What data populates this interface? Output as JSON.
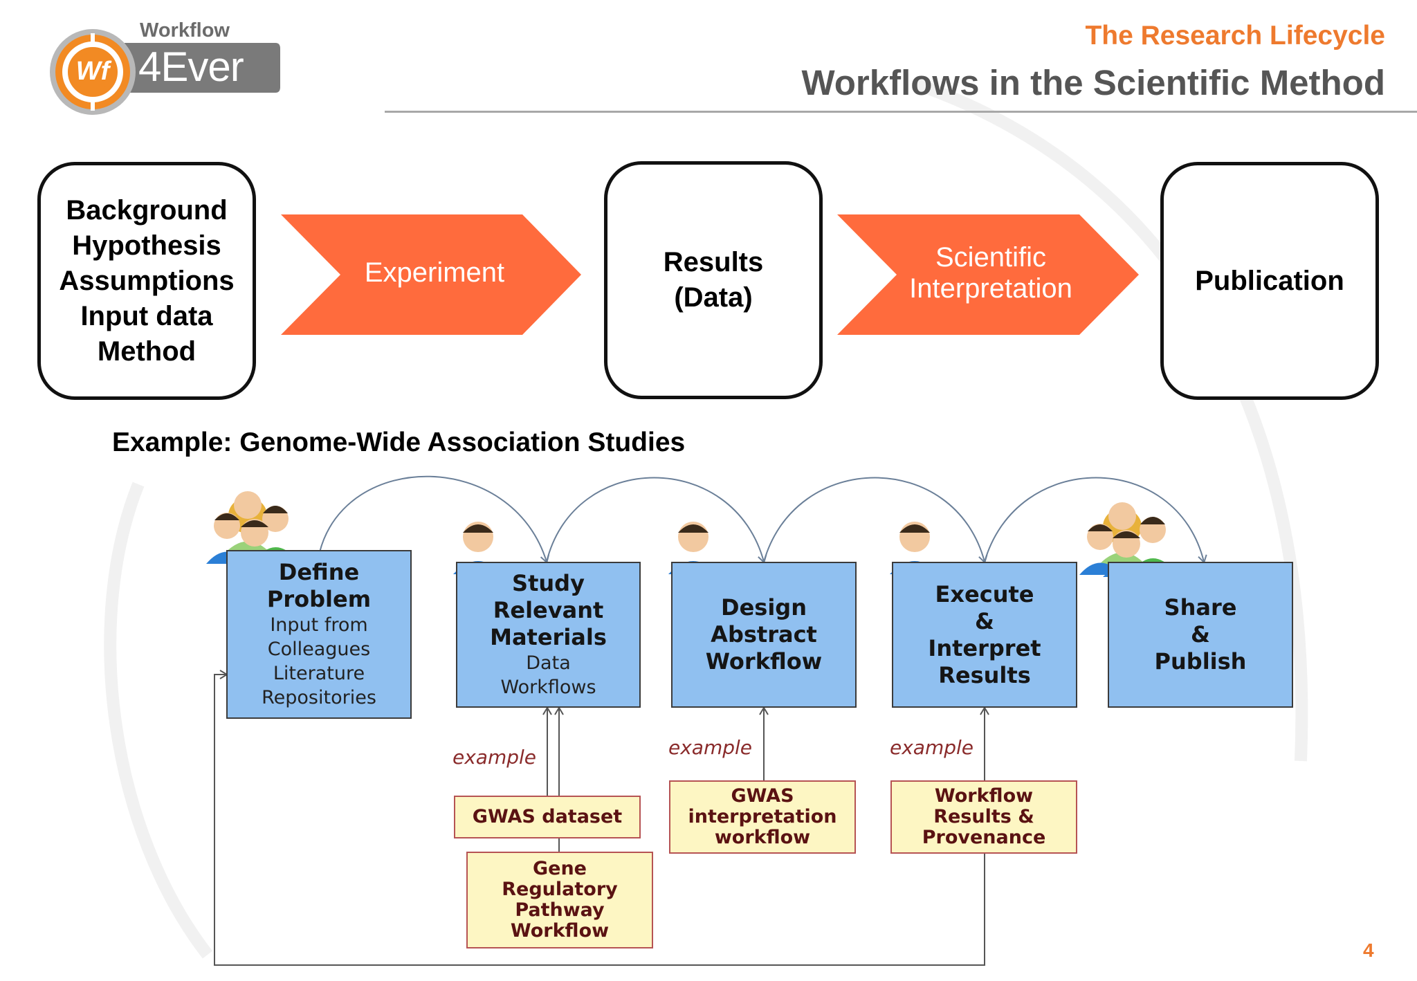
{
  "header": {
    "kicker": "The Research Lifecycle",
    "title": "Workflows in the Scientific Method"
  },
  "logo": {
    "word": "Workflow",
    "product": "4Ever",
    "mark": "Wf"
  },
  "process": {
    "background_lines": [
      "Background",
      "Hypothesis",
      "Assumptions",
      "Input data",
      "Method"
    ],
    "experiment": "Experiment",
    "results_lines": [
      "Results",
      "(Data)"
    ],
    "interpretation_lines": [
      "Scientific",
      "Interpretation"
    ],
    "publication": "Publication"
  },
  "example_heading": "Example: Genome-Wide Association Studies",
  "gwas": {
    "steps": [
      {
        "title": [
          "Define",
          "Problem"
        ],
        "subtitle": [
          "Input from",
          "Colleagues",
          "Literature",
          "Repositories"
        ]
      },
      {
        "title": [
          "Study",
          "Relevant",
          "Materials"
        ],
        "subtitle": [
          "Data",
          "Workflows"
        ]
      },
      {
        "title": [
          "Design",
          "Abstract",
          "Workflow"
        ],
        "subtitle": []
      },
      {
        "title": [
          "Execute",
          "&",
          "Interpret",
          "Results"
        ],
        "subtitle": []
      },
      {
        "title": [
          "Share",
          "&",
          "Publish"
        ],
        "subtitle": []
      }
    ],
    "example_tag": "example",
    "examples": {
      "gwas_dataset": [
        "GWAS dataset"
      ],
      "gene_pathway": [
        "Gene",
        "Regulatory",
        "Pathway",
        "Workflow"
      ],
      "gwas_interpretation": [
        "GWAS",
        "interpretation",
        "workflow"
      ],
      "workflow_results": [
        "Workflow",
        "Results &",
        "Provenance"
      ]
    }
  },
  "slide_number": "4",
  "colors": {
    "accent_orange": "#ee7a2e",
    "chevron": "#ff6b3d",
    "step_blue": "#90c0f0",
    "example_fill": "#fdf6c3",
    "example_border": "#b65353"
  }
}
